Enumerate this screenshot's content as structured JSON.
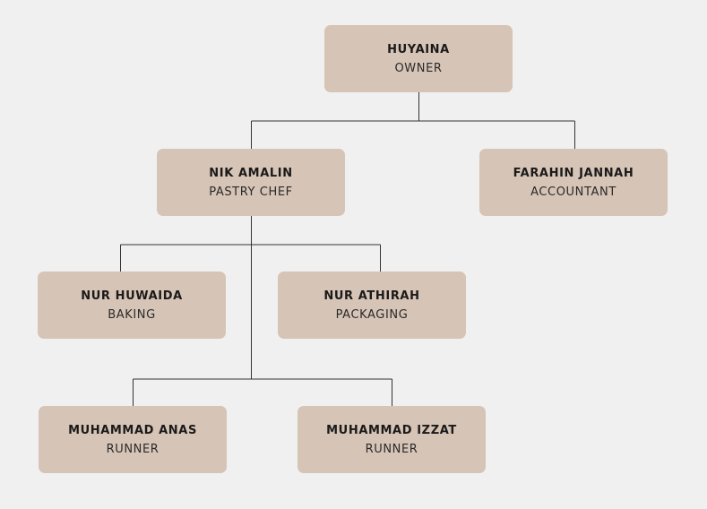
{
  "chart": {
    "nodes": [
      {
        "id": "huyaina",
        "name": "HUYAINA",
        "role": "OWNER"
      },
      {
        "id": "nik",
        "name": "NIK AMALIN",
        "role": "PASTRY CHEF"
      },
      {
        "id": "farahin",
        "name": "FARAHIN JANNAH",
        "role": "ACCOUNTANT"
      },
      {
        "id": "huwaida",
        "name": "NUR HUWAIDA",
        "role": "BAKING"
      },
      {
        "id": "athirah",
        "name": "NUR ATHIRAH",
        "role": "PACKAGING"
      },
      {
        "id": "anas",
        "name": "MUHAMMAD ANAS",
        "role": "RUNNER"
      },
      {
        "id": "izzat",
        "name": "MUHAMMAD IZZAT",
        "role": "RUNNER"
      }
    ],
    "edges": [
      {
        "from": "huyaina",
        "to": "nik"
      },
      {
        "from": "huyaina",
        "to": "farahin"
      },
      {
        "from": "nik",
        "to": "huwaida"
      },
      {
        "from": "nik",
        "to": "athirah"
      },
      {
        "from": "nik",
        "to": "anas"
      },
      {
        "from": "nik",
        "to": "izzat"
      }
    ]
  },
  "colors": {
    "background": "#f1f0f0",
    "node_fill": "#d6c4b6",
    "connector": "#333333",
    "text": "#1a1a1a"
  }
}
